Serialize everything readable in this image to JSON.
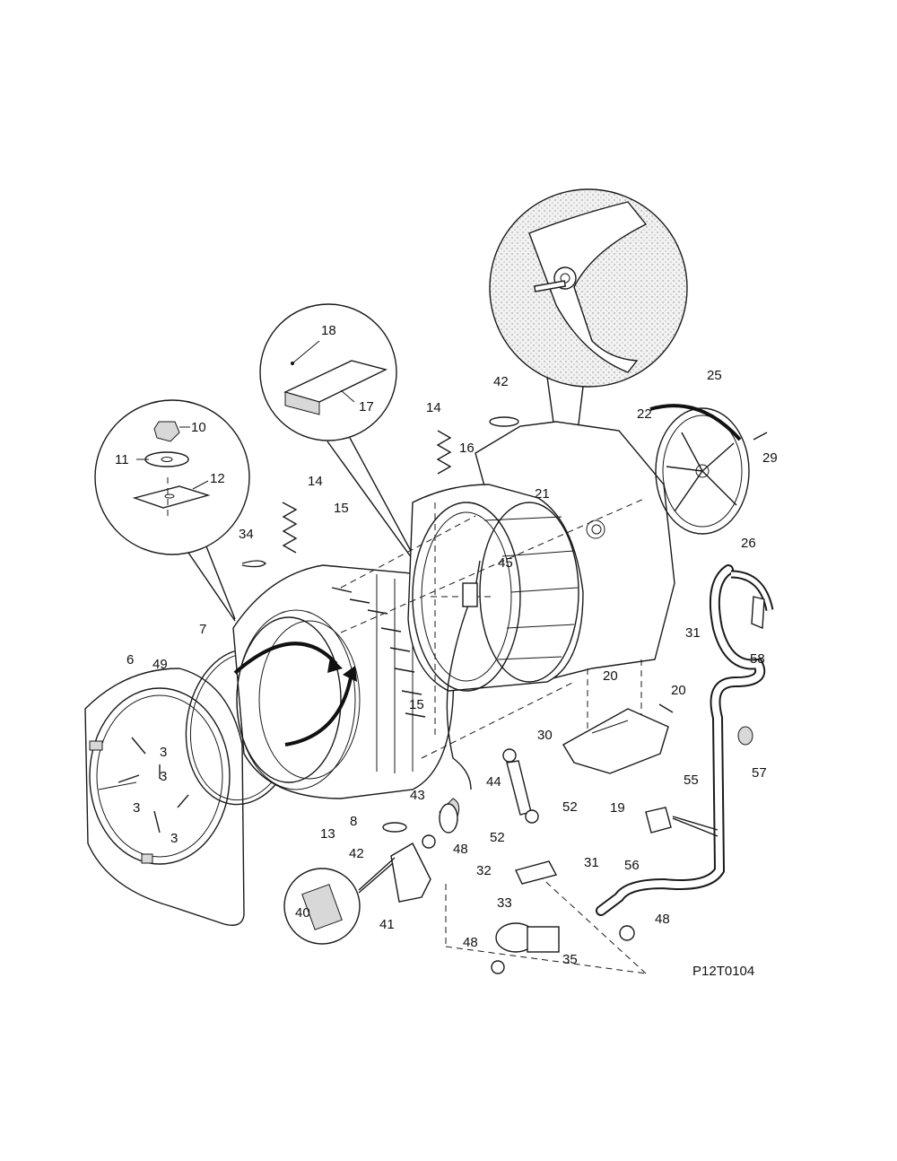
{
  "diagram_code": "P12T0104",
  "labels": {
    "l3a": "3",
    "l3b": "3",
    "l3c": "3",
    "l3d": "3",
    "l6": "6",
    "l7": "7",
    "l8": "8",
    "l10": "10",
    "l11": "11",
    "l12": "12",
    "l13": "13",
    "l14a": "14",
    "l14b": "14",
    "l15a": "15",
    "l15b": "15",
    "l16": "16",
    "l17": "17",
    "l18": "18",
    "l19": "19",
    "l20a": "20",
    "l20b": "20",
    "l21": "21",
    "l22": "22",
    "l25": "25",
    "l26": "26",
    "l29": "29",
    "l30": "30",
    "l31a": "31",
    "l31b": "31",
    "l32": "32",
    "l33": "33",
    "l34": "34",
    "l35": "35",
    "l40": "40",
    "l41": "41",
    "l42a": "42",
    "l42b": "42",
    "l43": "43",
    "l44": "44",
    "l45": "45",
    "l48a": "48",
    "l48b": "48",
    "l48c": "48",
    "l49": "49",
    "l52a": "52",
    "l52b": "52",
    "l55": "55",
    "l56": "56",
    "l57": "57",
    "l58": "58"
  }
}
